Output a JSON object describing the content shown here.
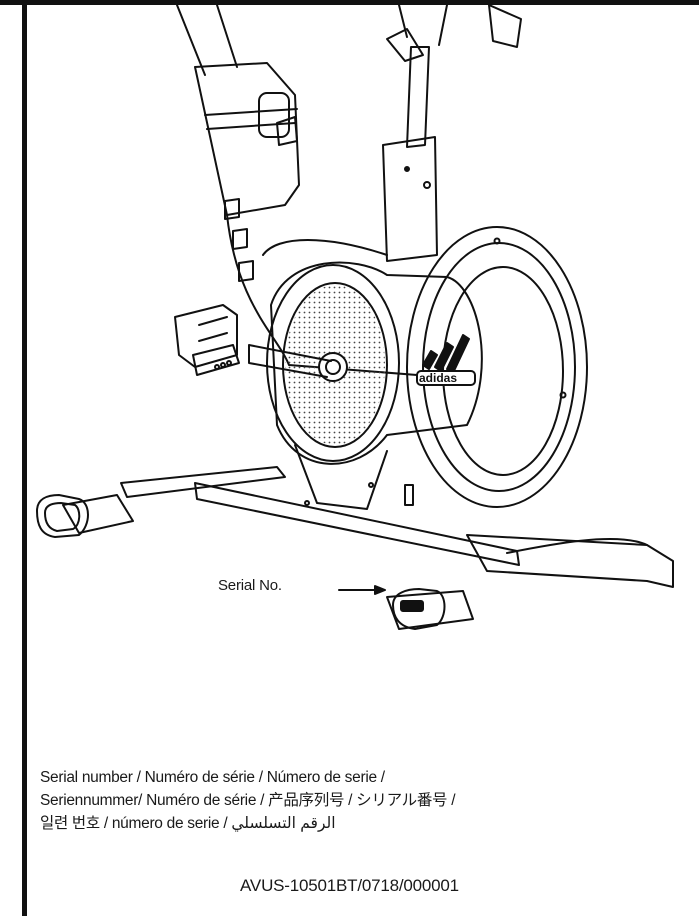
{
  "illustration": {
    "brand_text": "adidas",
    "callout_label": "Serial No."
  },
  "caption": {
    "line1": "Serial number / Numéro de série / Número de serie /",
    "line2": "Seriennummer/ Numéro de série / 产品序列号 / シリアル番号 /",
    "line3_korean": "일련 번호 / número de serie / ",
    "line3_arabic": "الرقم التسلسلي"
  },
  "serial_value": "AVUS-10501BT/0718/000001",
  "colors": {
    "line": "#111111",
    "background": "#ffffff"
  }
}
